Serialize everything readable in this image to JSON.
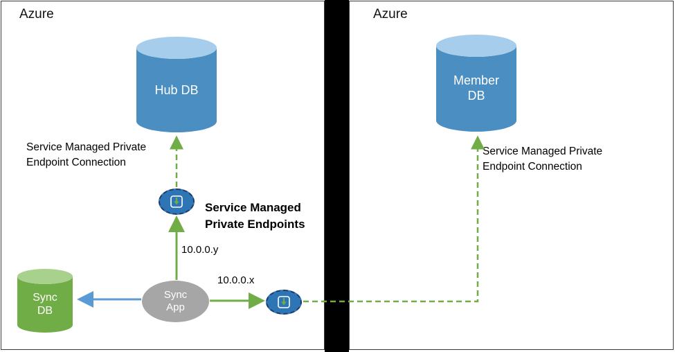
{
  "regions": {
    "left": {
      "title": "Azure"
    },
    "right": {
      "title": "Azure"
    }
  },
  "nodes": {
    "hub_db": "Hub DB",
    "sync_db": "Sync DB",
    "member_db": "Member DB",
    "sync_app": "Sync App"
  },
  "annotations": {
    "left_connection": "Service Managed Private Endpoint Connection",
    "right_connection": "Service Managed Private Endpoint Connection",
    "endpoints_title": "Service Managed Private Endpoints",
    "ip_y": "10.0.0.y",
    "ip_x": "10.0.0.x"
  },
  "icons": {
    "private_endpoint": "private-endpoint-icon"
  },
  "colors": {
    "db_blue": "#4A8EC2",
    "db_blue_top": "#A7CDEC",
    "db_green": "#70AD47",
    "db_green_top": "#A9D18E",
    "app_gray": "#A6A6A6",
    "endpoint_blue": "#2E75B6",
    "arrow_green": "#70AD47",
    "arrow_blue": "#5B9BD5",
    "divider_black": "#000000"
  }
}
